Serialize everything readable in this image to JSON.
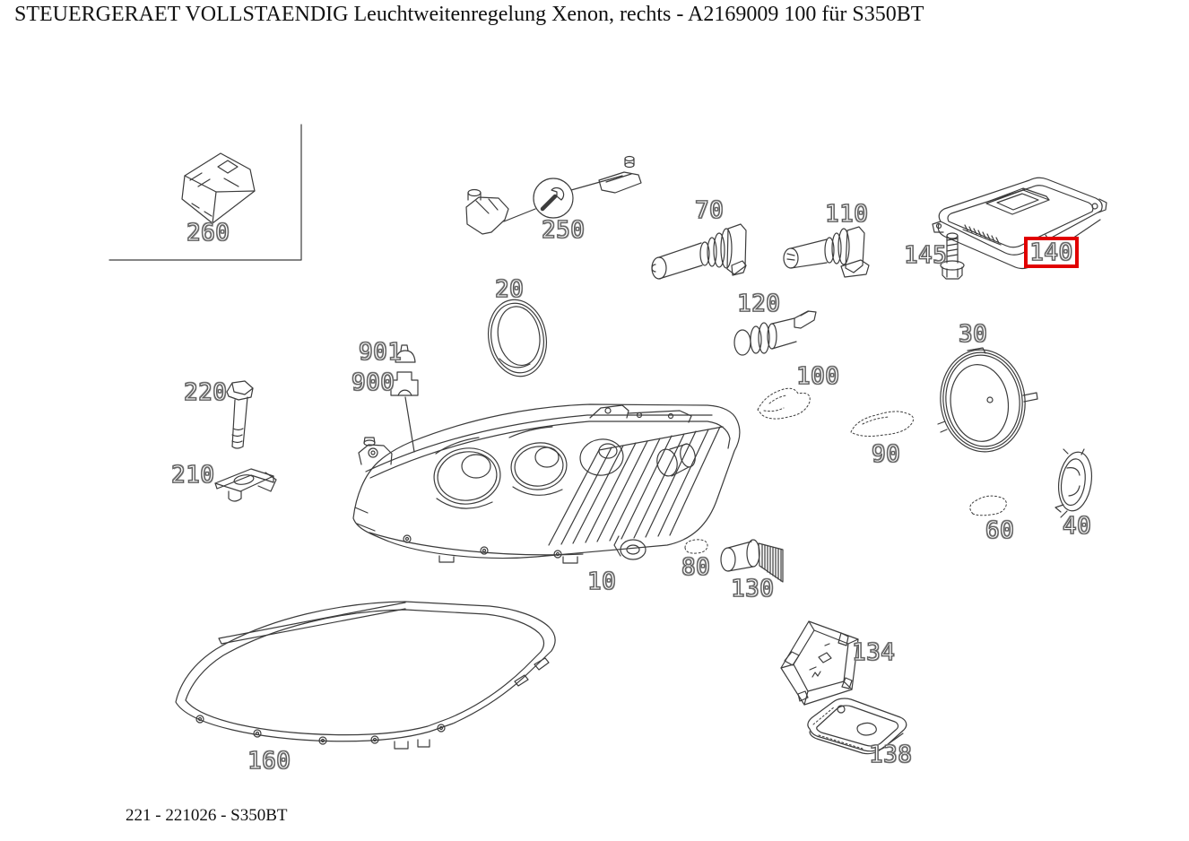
{
  "header": {
    "title": "STEUERGERAET VOLLSTAENDIG Leuchtweitenregelung Xenon, rechts - A2169009 100 für S350BT"
  },
  "footer": {
    "reference": "221 - 221026 - S350BT"
  },
  "diagram": {
    "type": "exploded-parts-diagram",
    "subject": "Xenon headlamp right, S-Class (S350BT)",
    "highlighted_part": "140",
    "highlight_color": "#e10000",
    "line_color": "#3c3c3c",
    "labels": {
      "p10": "10",
      "p20": "20",
      "p30": "30",
      "p40": "40",
      "p60": "60",
      "p70": "70",
      "p80": "80",
      "p90": "90",
      "p100": "100",
      "p110": "110",
      "p120": "120",
      "p130": "130",
      "p134": "134",
      "p138": "138",
      "p140": "140",
      "p145": "145",
      "p160": "160",
      "p210": "210",
      "p220": "220",
      "p250": "250",
      "p260": "260",
      "p900": "900",
      "p901": "901"
    }
  }
}
